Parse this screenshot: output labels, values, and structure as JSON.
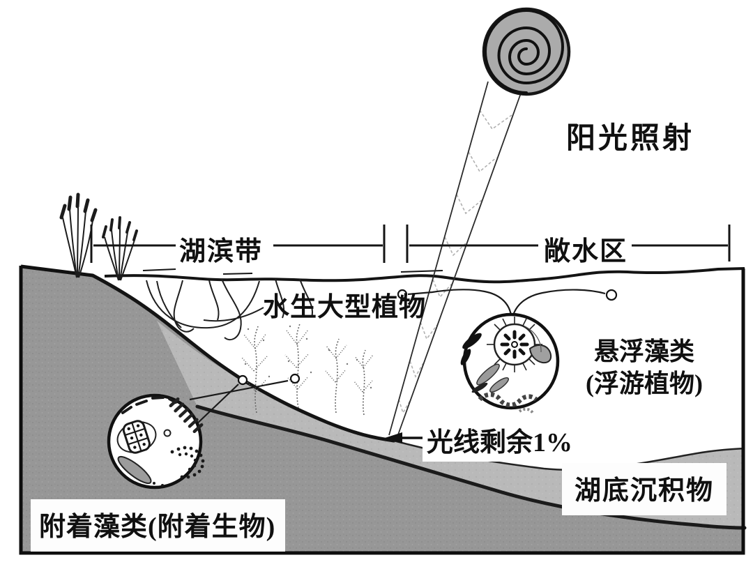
{
  "diagram": {
    "type": "lake-ecosystem-cross-section",
    "description": "Schematic cross-section of a lake showing littoral and open-water zones, light penetration, macrophytes, phytoplankton and periphyton magnifier insets"
  },
  "labels": {
    "sunlight": "阳光照射",
    "littoral_zone": "湖滨带",
    "open_water_zone": "敞水区",
    "aquatic_macrophytes": "水生大型植物",
    "suspended_algae": "悬浮藻类",
    "suspended_algae_paren": "(浮游植物)",
    "light_remaining": "光线剩余1%",
    "lake_bottom_sediment": "湖底沉积物",
    "attached_algae": "附着藻类(附着生物)"
  },
  "icons": {
    "sun": "spiral-sun-icon",
    "beam": "light-beam-chevrons",
    "arrow": "left-arrow-icon",
    "magnifier_left": "periphyton-magnifier-circle",
    "magnifier_right": "phytoplankton-magnifier-circle"
  },
  "colors": {
    "outline": "#1a1a1a",
    "land_gray": "#979797",
    "sediment_band_gray": "#b9b9b9",
    "sun_gray": "#ababab",
    "water": "#ffffff",
    "beam_chevron_gray": "#b0b0b0"
  }
}
